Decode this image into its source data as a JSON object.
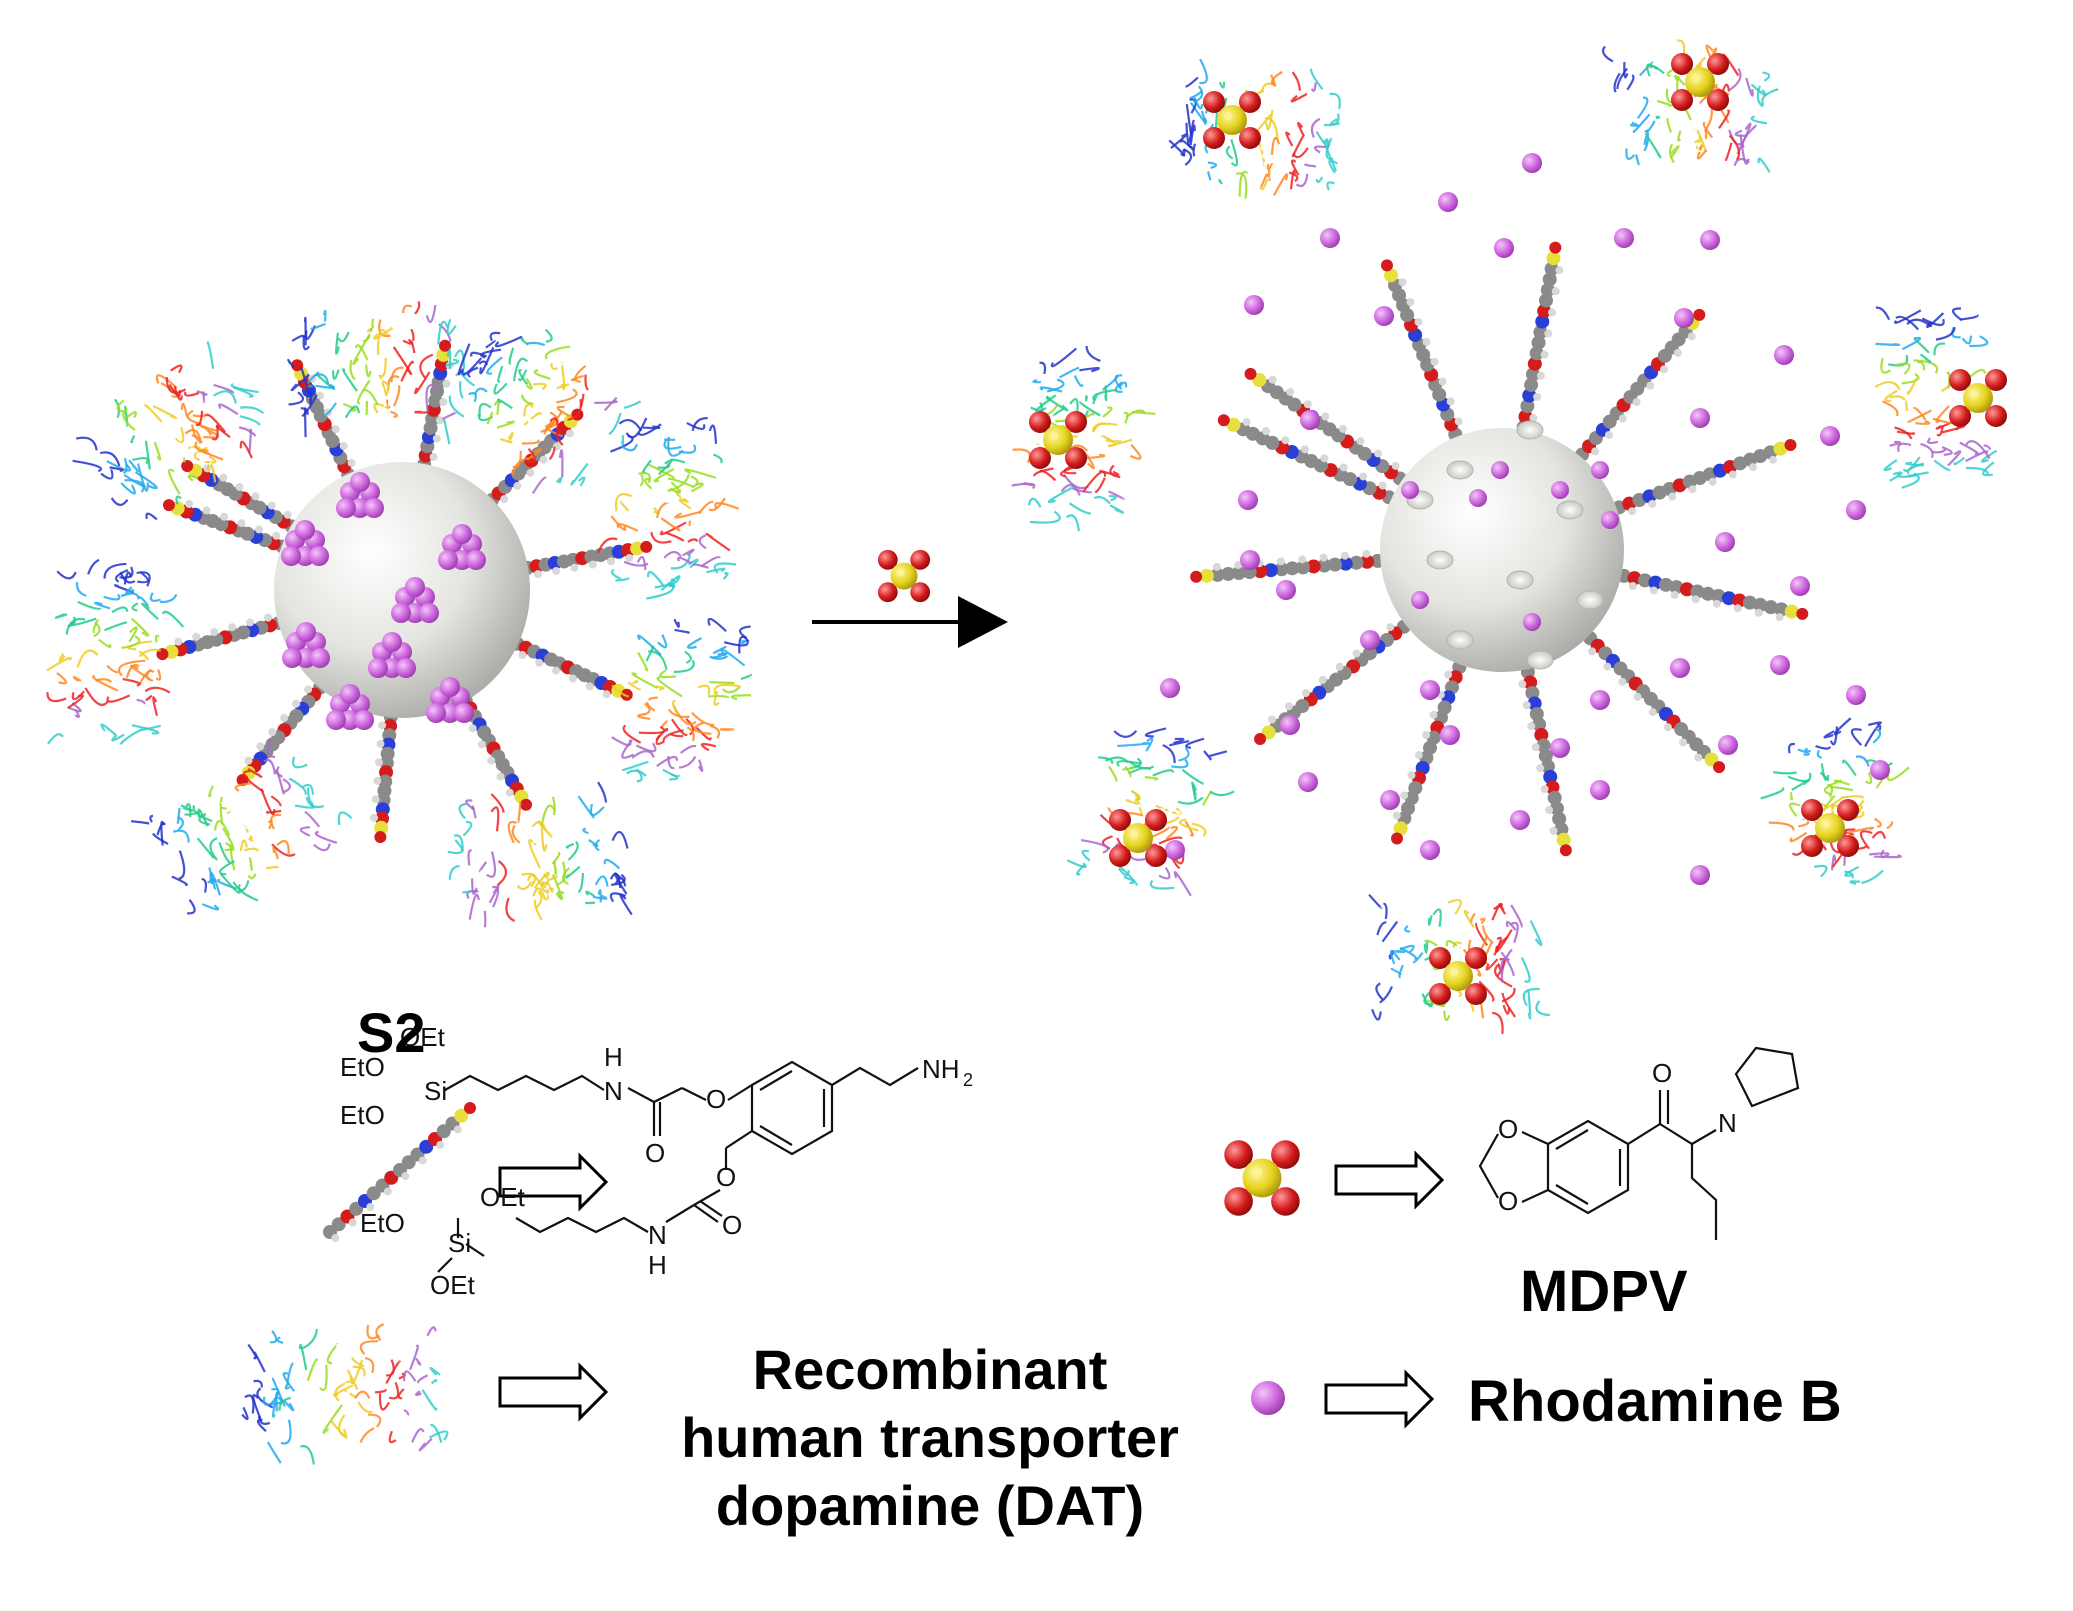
{
  "labels": {
    "s2": "S2",
    "mdpv": "MDPV",
    "rhodamine": "Rhodamine B",
    "transporter_line1": "Recombinant",
    "transporter_line2": "human transporter",
    "transporter_line3": "dopamine (DAT)"
  },
  "structure_text": {
    "oet": "OEt",
    "eto": "EtO",
    "si": "Si",
    "n": "N",
    "h": "H",
    "nh2": "NH",
    "sub2": "2",
    "o": "O"
  },
  "colors": {
    "particle": "#dcdcd8",
    "rhodamine": "#cc66dd",
    "mdpv_core": "#e6d21e",
    "mdpv_oxygen": "#d41c1c",
    "chain_carbon": "#8a8a8a",
    "chain_oxygen": "#d41c1c",
    "chain_nitrogen": "#2a3fd6",
    "chain_sulfur": "#e8e03a"
  },
  "icons": {
    "reaction_arrow": "arrow-right-icon",
    "legend_arrow": "hollow-arrow-icon",
    "protein": "protein-ribbon-icon",
    "nanoparticle": "mesoporous-sphere-icon"
  }
}
